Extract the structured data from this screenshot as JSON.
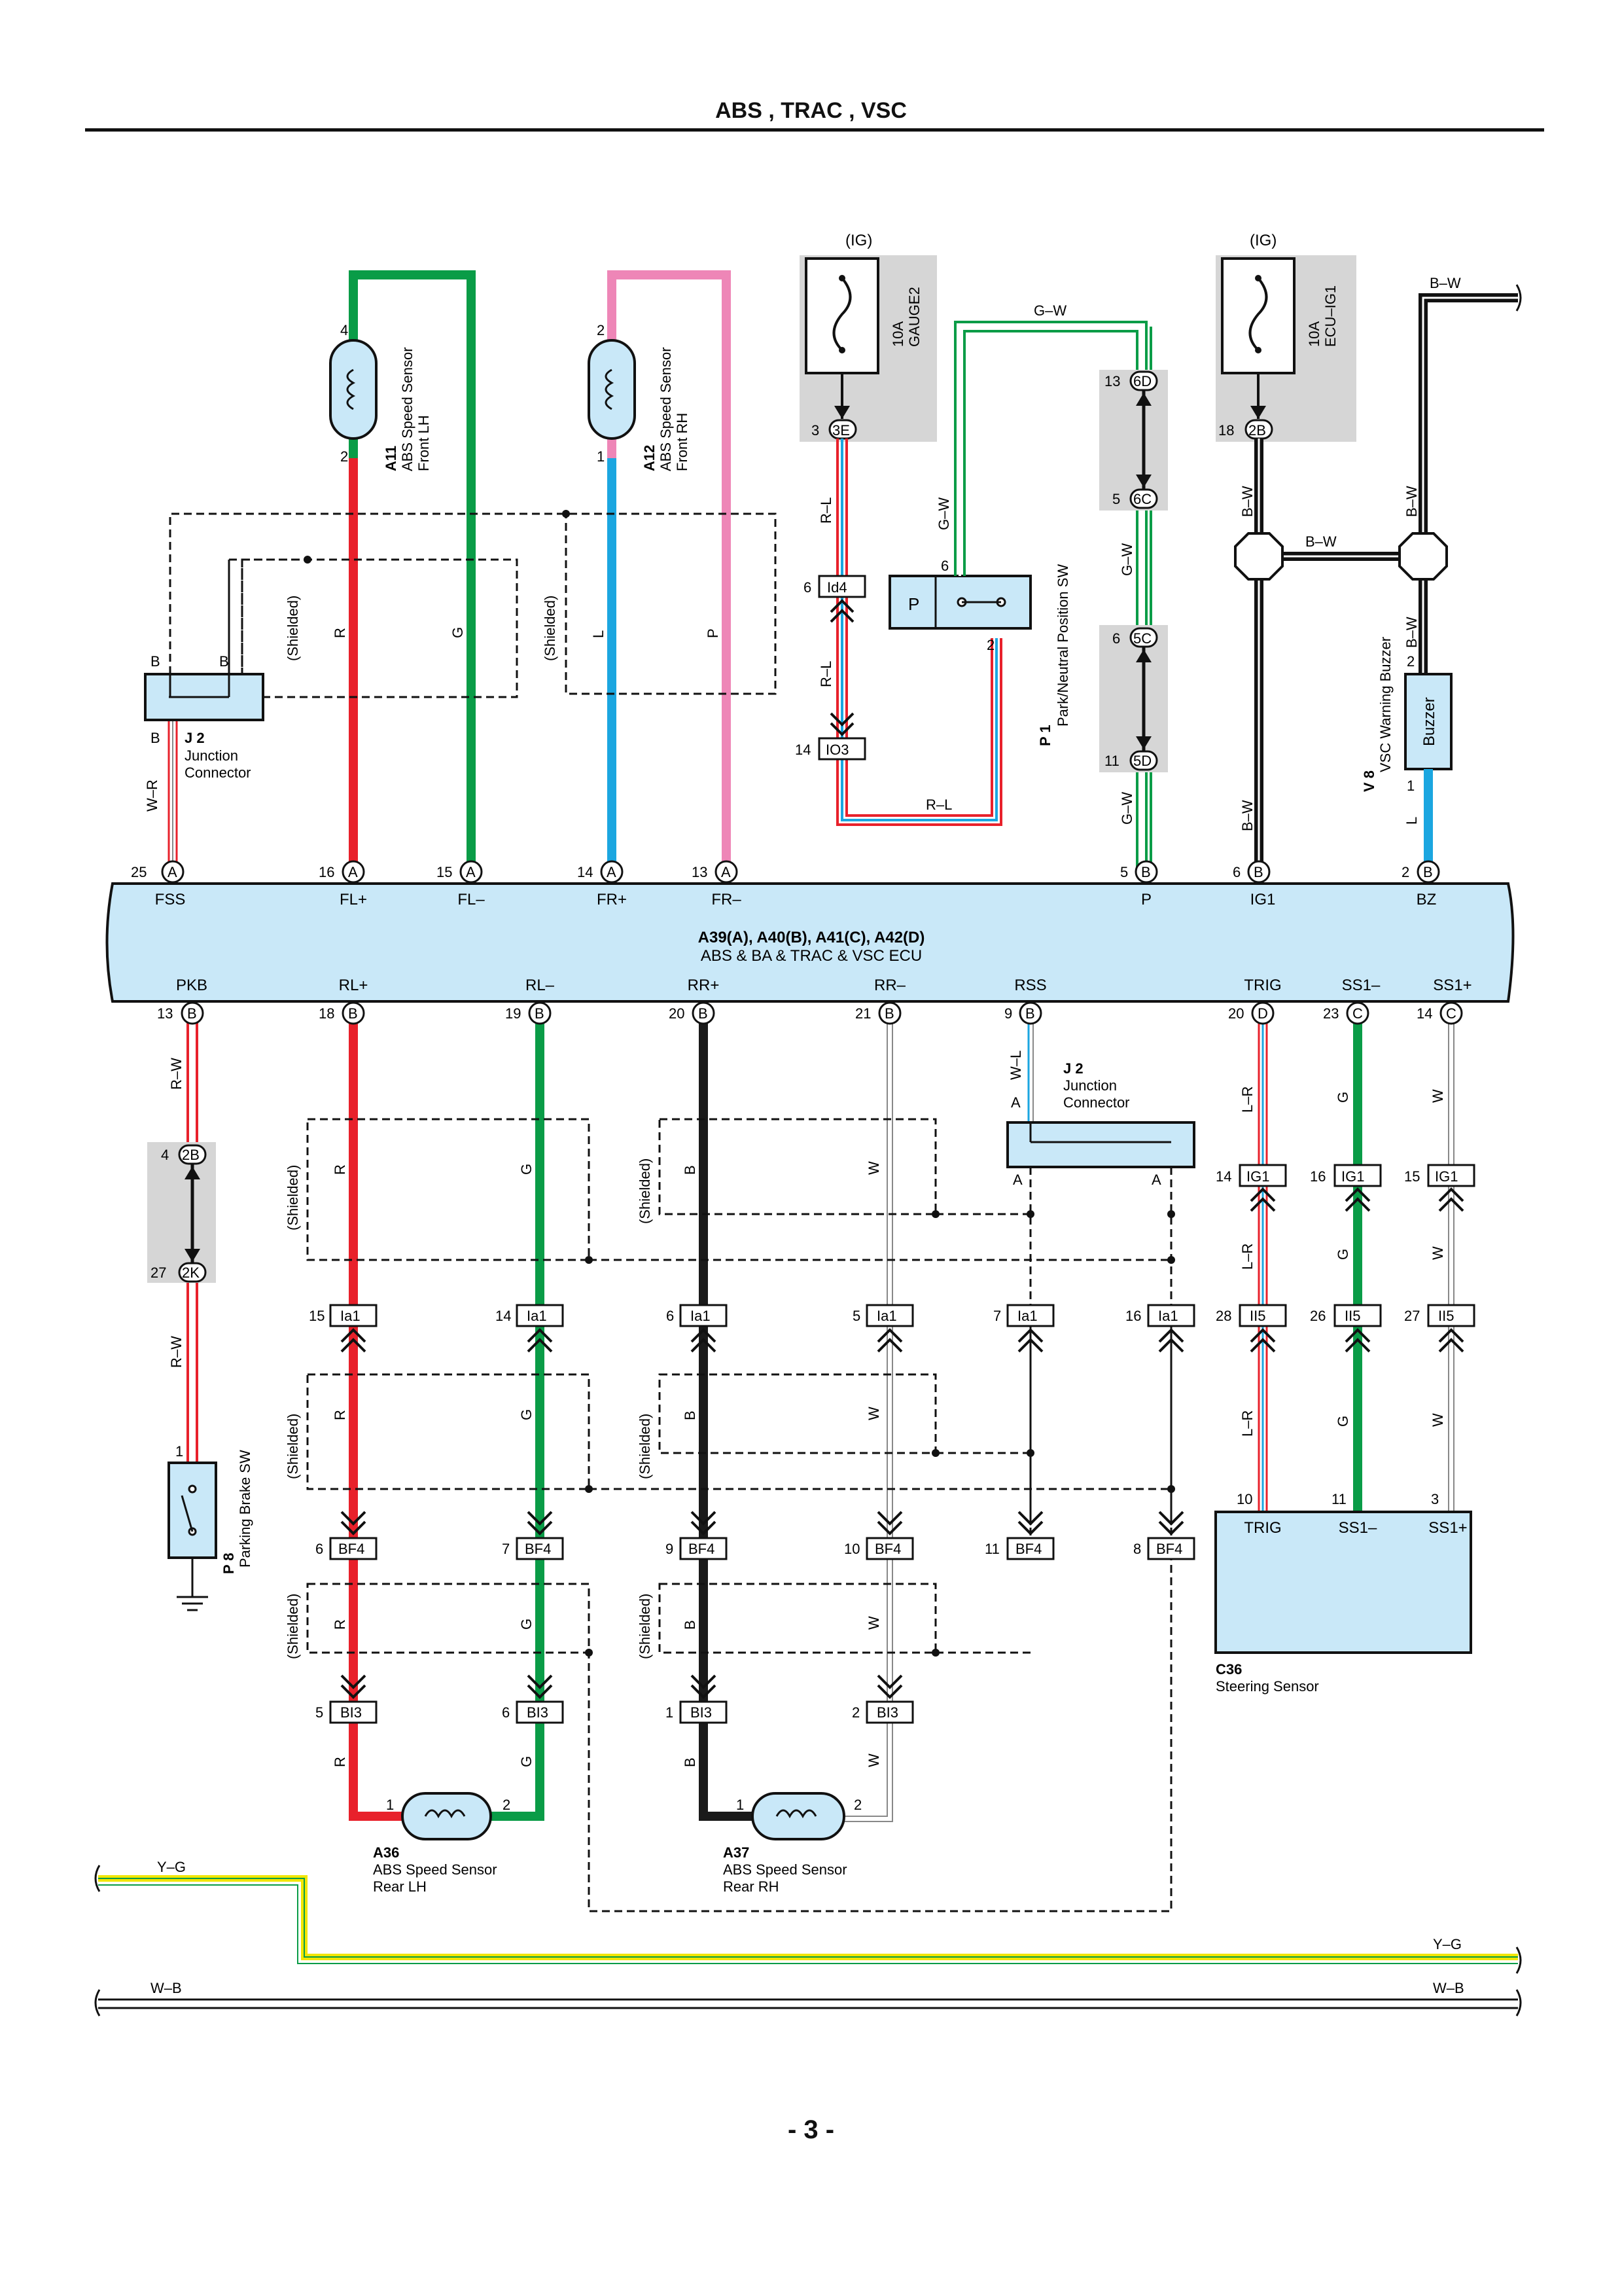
{
  "title": "ABS , TRAC , VSC",
  "page_number": "- 3 -",
  "ecu": {
    "title": "A39(A), A40(B), A41(C), A42(D)",
    "subtitle": "ABS & BA & TRAC & VSC ECU",
    "top_pins": [
      {
        "name": "FSS",
        "pin": "25",
        "conn": "A"
      },
      {
        "name": "FL+",
        "pin": "16",
        "conn": "A"
      },
      {
        "name": "FL–",
        "pin": "15",
        "conn": "A"
      },
      {
        "name": "FR+",
        "pin": "14",
        "conn": "A"
      },
      {
        "name": "FR–",
        "pin": "13",
        "conn": "A"
      },
      {
        "name": "P",
        "pin": "5",
        "conn": "B"
      },
      {
        "name": "IG1",
        "pin": "6",
        "conn": "B"
      },
      {
        "name": "BZ",
        "pin": "2",
        "conn": "B"
      }
    ],
    "bottom_pins": [
      {
        "name": "PKB",
        "pin": "13",
        "conn": "B"
      },
      {
        "name": "RL+",
        "pin": "18",
        "conn": "B"
      },
      {
        "name": "RL–",
        "pin": "19",
        "conn": "B"
      },
      {
        "name": "RR+",
        "pin": "20",
        "conn": "B"
      },
      {
        "name": "RR–",
        "pin": "21",
        "conn": "B"
      },
      {
        "name": "RSS",
        "pin": "9",
        "conn": "B"
      },
      {
        "name": "TRIG",
        "pin": "20",
        "conn": "D"
      },
      {
        "name": "SS1–",
        "pin": "23",
        "conn": "C"
      },
      {
        "name": "SS1+",
        "pin": "14",
        "conn": "C"
      }
    ]
  },
  "components": {
    "a11": {
      "id": "A11",
      "l1": "ABS Speed Sensor",
      "l2": "Front LH"
    },
    "a12": {
      "id": "A12",
      "l1": "ABS Speed Sensor",
      "l2": "Front RH"
    },
    "p1": {
      "id": "P 1",
      "l1": "Park/Neutral Position SW"
    },
    "v8": {
      "id": "V 8",
      "l1": "VSC Warning Buzzer",
      "body": "Buzzer"
    },
    "j2a": {
      "id": "J 2",
      "l1": "Junction",
      "l2": "Connector"
    },
    "j2b": {
      "id": "J 2",
      "l1": "Junction",
      "l2": "Connector"
    },
    "p8": {
      "id": "P 8",
      "l1": "Parking Brake SW"
    },
    "a36": {
      "id": "A36",
      "l1": "ABS Speed Sensor",
      "l2": "Rear LH"
    },
    "a37": {
      "id": "A37",
      "l1": "ABS Speed Sensor",
      "l2": "Rear RH"
    },
    "c36": {
      "id": "C36",
      "l1": "Steering Sensor",
      "pins": [
        "TRIG",
        "SS1–",
        "SS1+"
      ]
    }
  },
  "fuses": [
    {
      "amp": "10A",
      "name": "GAUGE2",
      "supply": "(IG)",
      "pin": "3",
      "conn": "3E"
    },
    {
      "amp": "10A",
      "name": "ECU–IG1",
      "supply": "(IG)",
      "pin": "18",
      "conn": "2B"
    }
  ],
  "wire_colors": {
    "R": "#e8212b",
    "G": "#0a9c47",
    "L": "#1ba6e0",
    "P": "#ee86b7",
    "B": "#1a1a1a",
    "W": "#ffffff",
    "Y": "#f2e600",
    "ecu_fill": "#c9e8f8",
    "gray": "#d6d6d6"
  },
  "labels": {
    "shielded": "(Shielded)",
    "w_r": "W–R",
    "r_l": "R–L",
    "g_w": "G–W",
    "b_w": "B–W",
    "r_w": "R–W",
    "w_l": "W–L",
    "l_r": "L–R",
    "y_g": "Y–G",
    "w_b": "W–B",
    "R": "R",
    "G": "G",
    "L": "L",
    "P": "P",
    "B": "B",
    "W": "W",
    "A": "A"
  },
  "connectors": {
    "id4": "Id4",
    "io3": "IO3",
    "c6d": "6D",
    "c6c": "6C",
    "c5c": "5C",
    "c5d": "5D",
    "c2b": "2B",
    "c2k": "2K",
    "ia1": "Ia1",
    "bf4": "BF4",
    "bi3": "BI3",
    "ig1": "IG1",
    "ii5": "II5"
  },
  "pin_numbers": {
    "n1": "1",
    "n2": "2",
    "n3": "3",
    "n4": "4",
    "n5": "5",
    "n6": "6",
    "n7": "7",
    "n8": "8",
    "n9": "9",
    "n10": "10",
    "n11": "11",
    "n13": "13",
    "n14": "14",
    "n15": "15",
    "n16": "16",
    "n18": "18",
    "n26": "26",
    "n27": "27",
    "n28": "28"
  }
}
